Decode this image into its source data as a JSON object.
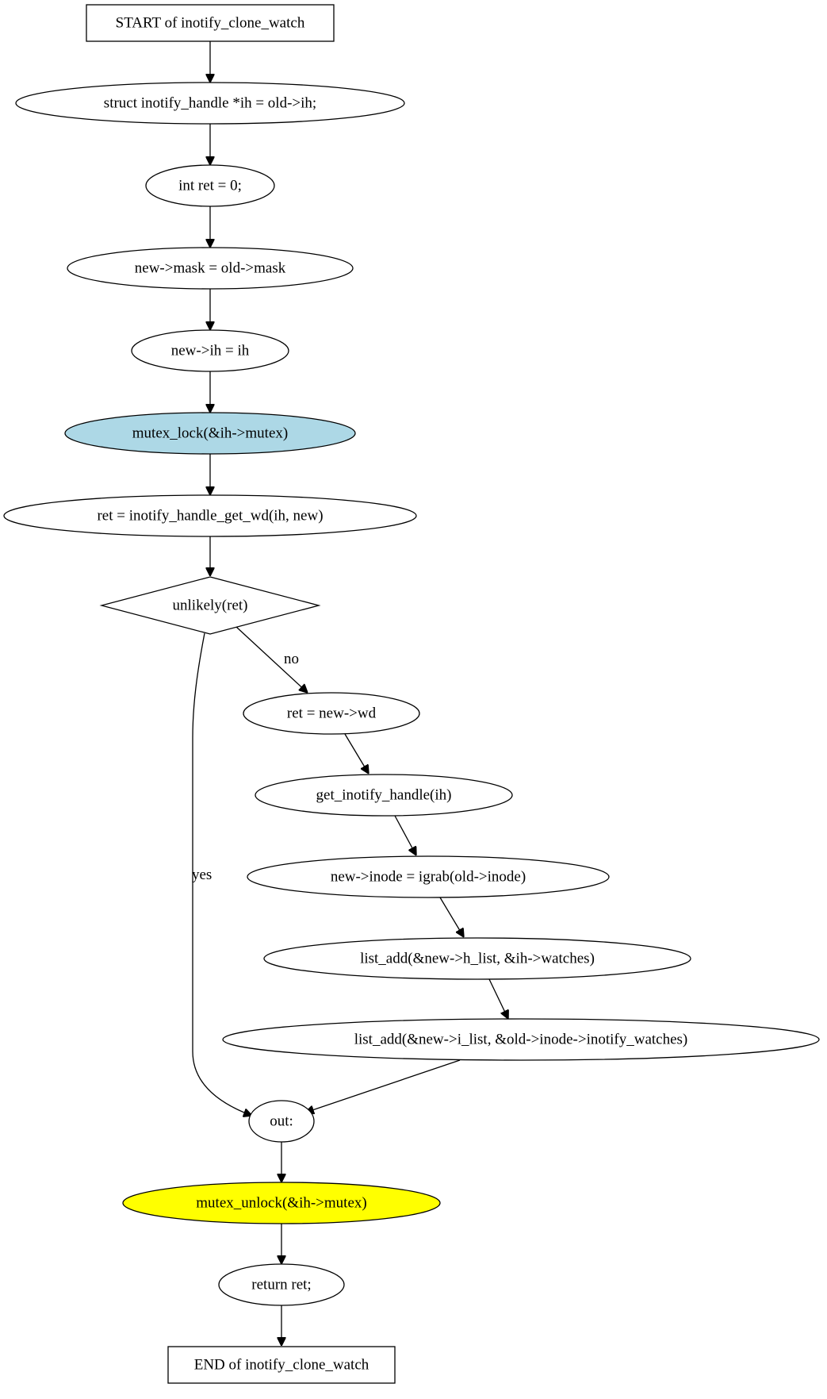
{
  "diagram": {
    "nodes": {
      "start": {
        "label": "START of inotify_clone_watch",
        "shape": "box",
        "fill": "#ffffff"
      },
      "n1": {
        "label": "struct inotify_handle *ih = old->ih;",
        "shape": "ellipse",
        "fill": "#ffffff"
      },
      "n2": {
        "label": "int ret = 0;",
        "shape": "ellipse",
        "fill": "#ffffff"
      },
      "n3": {
        "label": "new->mask = old->mask",
        "shape": "ellipse",
        "fill": "#ffffff"
      },
      "n4": {
        "label": "new->ih = ih",
        "shape": "ellipse",
        "fill": "#ffffff"
      },
      "n5": {
        "label": "mutex_lock(&ih->mutex)",
        "shape": "ellipse",
        "fill": "#add8e6"
      },
      "n6": {
        "label": "ret = inotify_handle_get_wd(ih, new)",
        "shape": "ellipse",
        "fill": "#ffffff"
      },
      "cond": {
        "label": "unlikely(ret)",
        "shape": "diamond",
        "fill": "#ffffff"
      },
      "n7": {
        "label": "ret = new->wd",
        "shape": "ellipse",
        "fill": "#ffffff"
      },
      "n8": {
        "label": "get_inotify_handle(ih)",
        "shape": "ellipse",
        "fill": "#ffffff"
      },
      "n9": {
        "label": "new->inode = igrab(old->inode)",
        "shape": "ellipse",
        "fill": "#ffffff"
      },
      "n10": {
        "label": "list_add(&new->h_list, &ih->watches)",
        "shape": "ellipse",
        "fill": "#ffffff"
      },
      "n11": {
        "label": "list_add(&new->i_list, &old->inode->inotify_watches)",
        "shape": "ellipse",
        "fill": "#ffffff"
      },
      "out": {
        "label": "out:",
        "shape": "ellipse",
        "fill": "#ffffff"
      },
      "n12": {
        "label": "mutex_unlock(&ih->mutex)",
        "shape": "ellipse",
        "fill": "#ffff00"
      },
      "n13": {
        "label": "return ret;",
        "shape": "ellipse",
        "fill": "#ffffff"
      },
      "end": {
        "label": "END of inotify_clone_watch",
        "shape": "box",
        "fill": "#ffffff"
      }
    },
    "edge_labels": {
      "yes": "yes",
      "no": "no"
    }
  }
}
